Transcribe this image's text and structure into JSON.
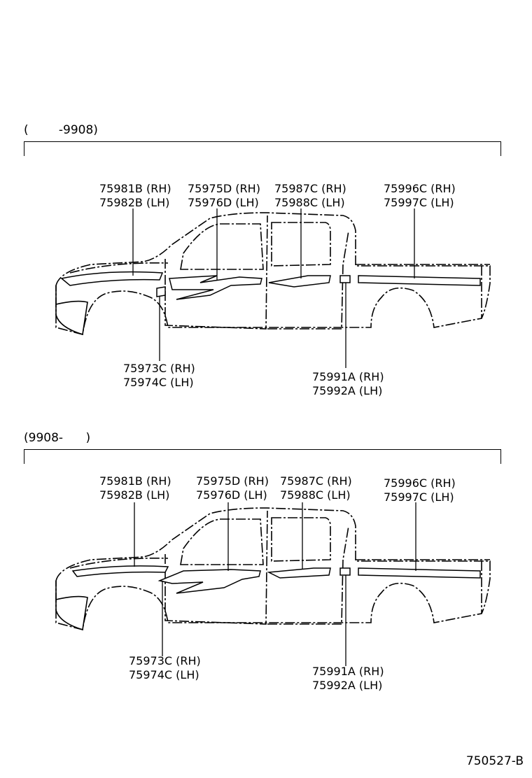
{
  "diagrams": [
    {
      "range": "(        -9908)",
      "callouts": {
        "hood": {
          "rh": "75981B (RH)",
          "lh": "75982B (LH)"
        },
        "front_door": {
          "rh": "75975D (RH)",
          "lh": "75976D (LH)"
        },
        "rear_door": {
          "rh": "75987C (RH)",
          "lh": "75988C (LH)"
        },
        "bed": {
          "rh": "75996C (RH)",
          "lh": "75997C (LH)"
        },
        "fender": {
          "rh": "75973C (RH)",
          "lh": "75974C (LH)"
        },
        "cab_emblem": {
          "rh": "75991A (RH)",
          "lh": "75992A (LH)"
        }
      }
    },
    {
      "range": "(9908-      )",
      "callouts": {
        "hood": {
          "rh": "75981B (RH)",
          "lh": "75982B (LH)"
        },
        "front_door": {
          "rh": "75975D (RH)",
          "lh": "75976D (LH)"
        },
        "rear_door": {
          "rh": "75987C (RH)",
          "lh": "75988C (LH)"
        },
        "bed": {
          "rh": "75996C (RH)",
          "lh": "75997C (LH)"
        },
        "fender": {
          "rh": "75973C (RH)",
          "lh": "75974C (LH)"
        },
        "cab_emblem": {
          "rh": "75991A (RH)",
          "lh": "75992A (LH)"
        }
      }
    }
  ],
  "reference": "750527-B"
}
